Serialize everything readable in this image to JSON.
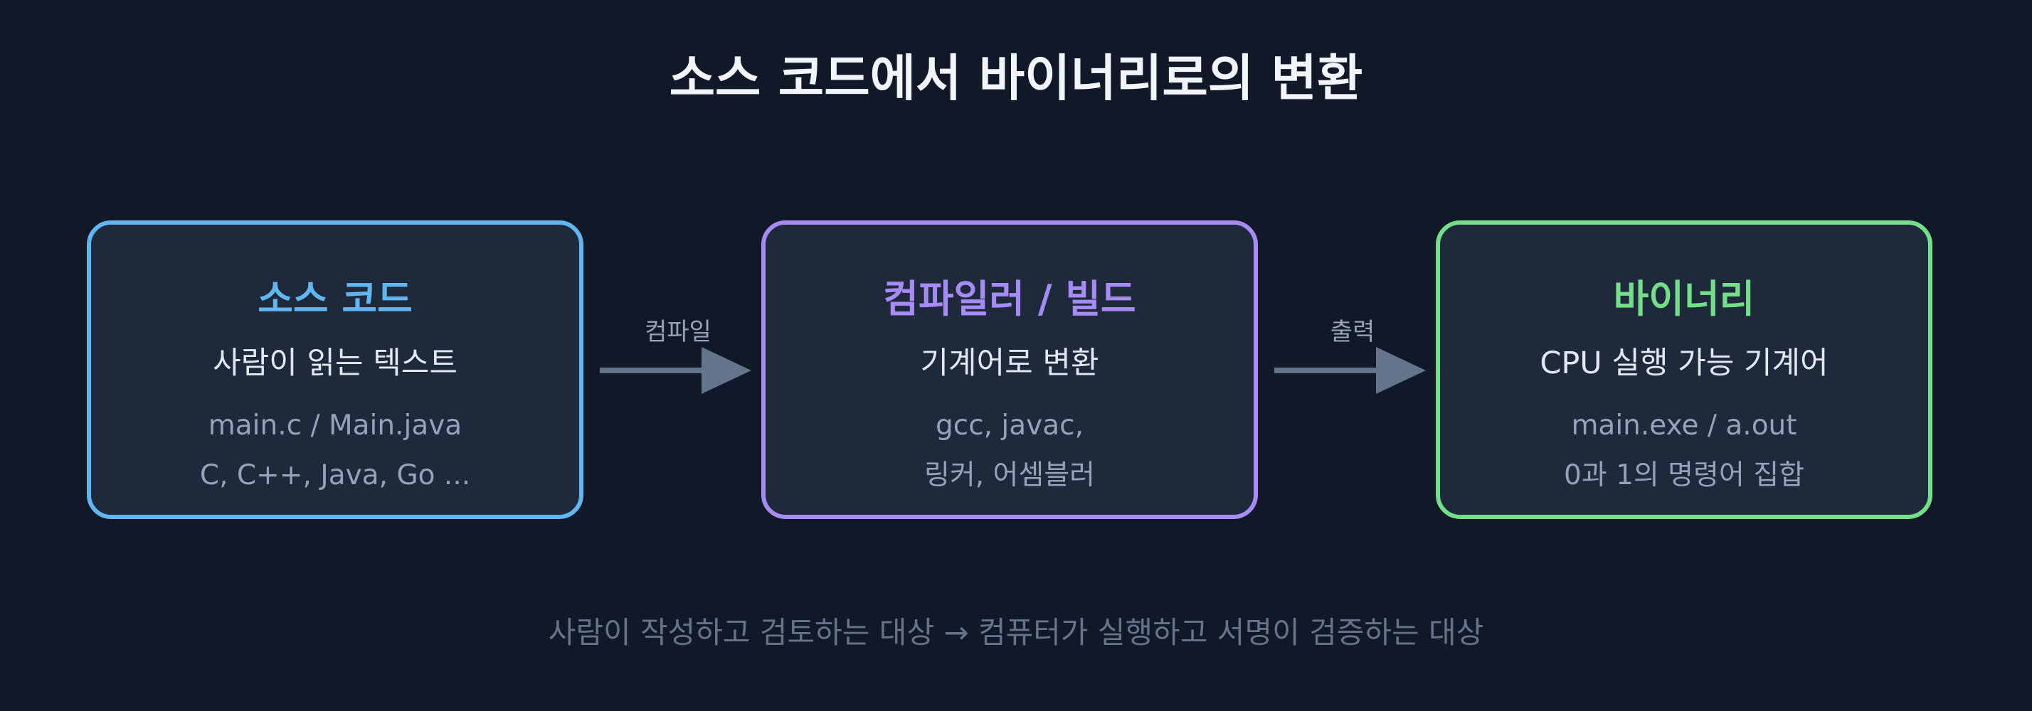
{
  "title": "소스 코드에서 바이너리로의 변환",
  "boxes": [
    {
      "heading": "소스 코드",
      "subtitle": "사람이 읽는 텍스트",
      "details": [
        "main.c / Main.java",
        "C, C++, Java, Go ..."
      ],
      "color": "#60b6f0"
    },
    {
      "heading": "컴파일러 / 빌드",
      "subtitle": "기계어로 변환",
      "details": [
        "gcc, javac,",
        "링커, 어셈블러"
      ],
      "color": "#a78bf5"
    },
    {
      "heading": "바이너리",
      "subtitle": "CPU 실행 가능 기계어",
      "details": [
        "main.exe / a.out",
        "0과 1의 명령어 집합"
      ],
      "color": "#74de88"
    }
  ],
  "arrows": [
    {
      "label": "컴파일"
    },
    {
      "label": "출력"
    }
  ],
  "footer": "사람이 작성하고 검토하는 대상 → 컴퓨터가 실행하고 서명이 검증하는 대상",
  "colors": {
    "background": "#111827",
    "box_fill": "#1e293b",
    "arrow": "#64748b"
  }
}
